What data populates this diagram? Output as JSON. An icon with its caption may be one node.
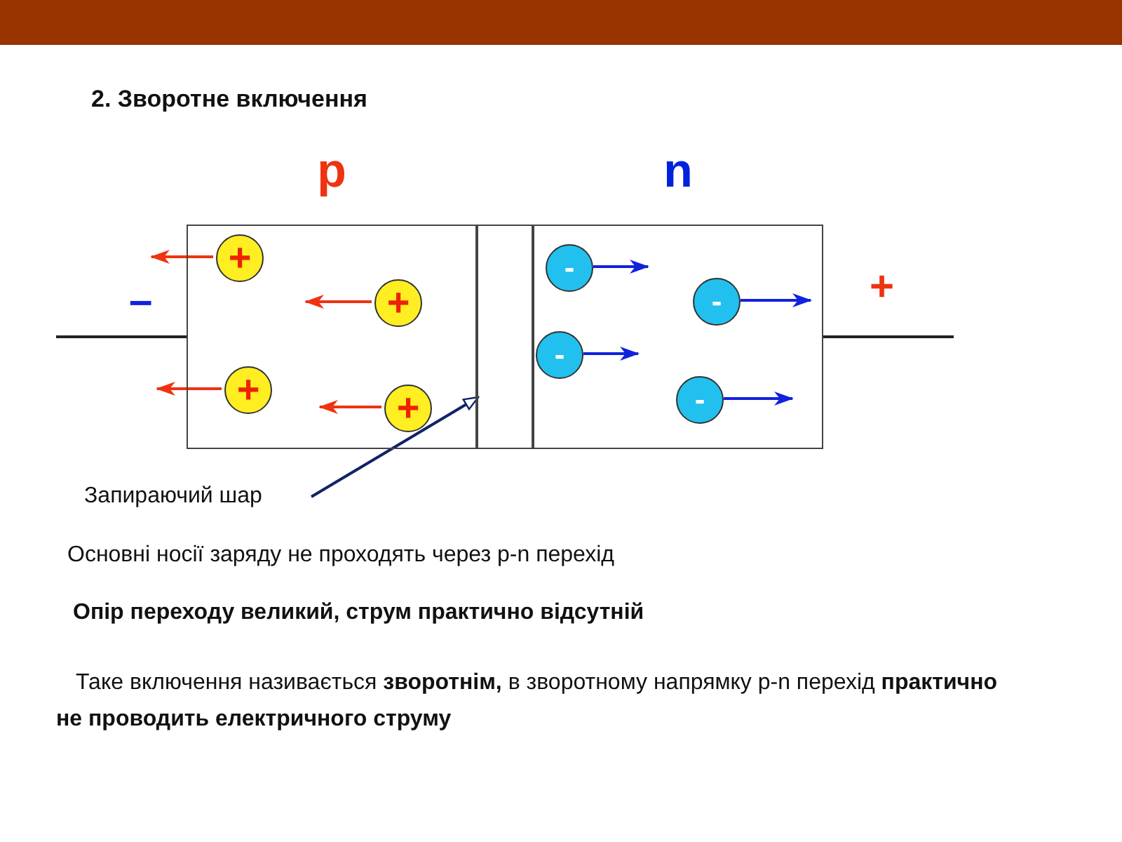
{
  "diagram": {
    "title": "2. Зворотне включення",
    "nodes": [
      {
        "text": [
          "p"
        ]
      },
      {
        "text": [],
        "shape": "box"
      },
      {
        "text": [
          "n"
        ]
      },
      {
        "text": [
          "+"
        ],
        "in": 0
      },
      {
        "text": [
          "+"
        ],
        "in": 0
      },
      {
        "text": [
          "+"
        ],
        "in": 0
      },
      {
        "text": [
          "+"
        ],
        "in": 0
      },
      {
        "text": [
          "-"
        ],
        "in": 2
      },
      {
        "text": [
          "-"
        ],
        "in": 2
      },
      {
        "text": [
          "-"
        ],
        "in": 2
      },
      {
        "text": [
          "-"
        ],
        "in": 2
      },
      {
        "text": [
          "Запираючий шар"
        ]
      }
    ],
    "edges": [
      {
        "from": 11,
        "to": 1,
        "arrow": "to",
        "color": "#112266"
      },
      {
        "from": 3,
        "to": null,
        "arrow": "to",
        "color": "#ee3311"
      },
      {
        "from": 4,
        "to": null,
        "arrow": "to",
        "color": "#ee3311"
      },
      {
        "from": 5,
        "to": null,
        "arrow": "to",
        "color": "#ee3311"
      },
      {
        "from": 6,
        "to": null,
        "arrow": "to",
        "color": "#ee3311"
      },
      {
        "from": 7,
        "to": null,
        "arrow": "to",
        "color": "#1122dd"
      },
      {
        "from": 8,
        "to": null,
        "arrow": "to",
        "color": "#1122dd"
      },
      {
        "from": 9,
        "to": null,
        "arrow": "to",
        "color": "#1122dd"
      },
      {
        "from": 10,
        "to": null,
        "arrow": "to",
        "color": "#1122dd"
      }
    ],
    "labels": [
      "–",
      "+",
      "Основні носії заряду не проходять через p-n перехід",
      "Опір переходу великий, струм практично відсутній",
      "Таке включення називається **зворотнім,** в зворотному напрямку p-n перехід **практично не проводить електричного струму**"
    ]
  }
}
